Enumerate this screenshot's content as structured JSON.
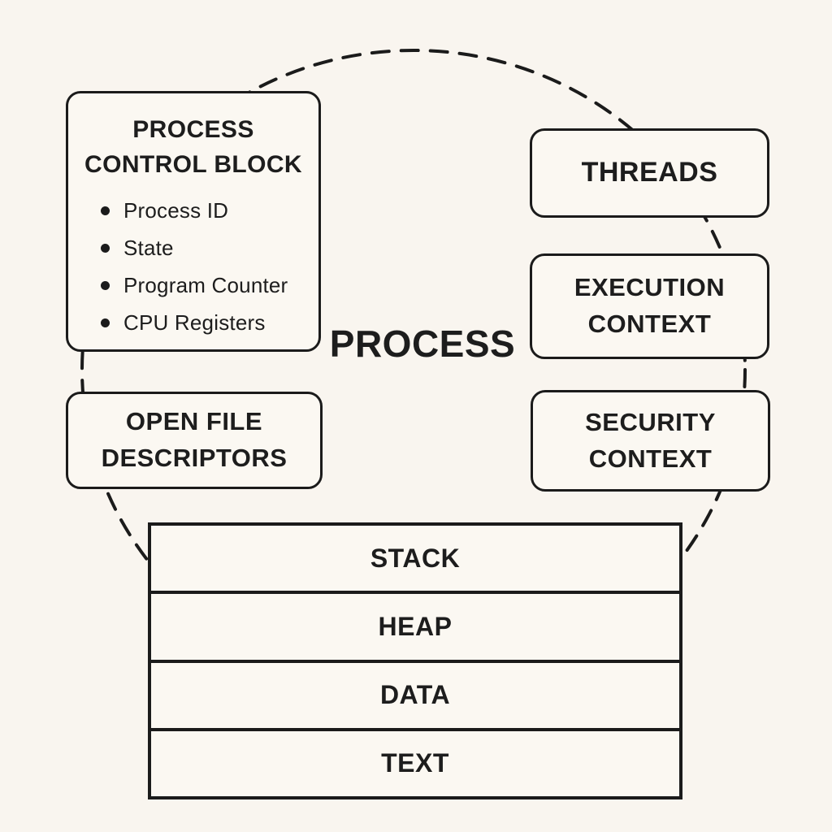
{
  "colors": {
    "background": "#f9f5ef",
    "box_fill": "#fbf8f2",
    "line": "#1b1b1b",
    "text": "#1d1d1d"
  },
  "center_label": "PROCESS",
  "pcb": {
    "title": "PROCESS\nCONTROL BLOCK",
    "items": [
      "Process ID",
      "State",
      "Program Counter",
      "CPU Registers"
    ]
  },
  "boxes": {
    "threads": "THREADS",
    "execution_context": "EXECUTION\nCONTEXT",
    "security_context": "SECURITY\nCONTEXT",
    "open_file_descriptors": "OPEN FILE\nDESCRIPTORS"
  },
  "memory": {
    "segments": [
      "STACK",
      "HEAP",
      "DATA",
      "TEXT"
    ]
  }
}
